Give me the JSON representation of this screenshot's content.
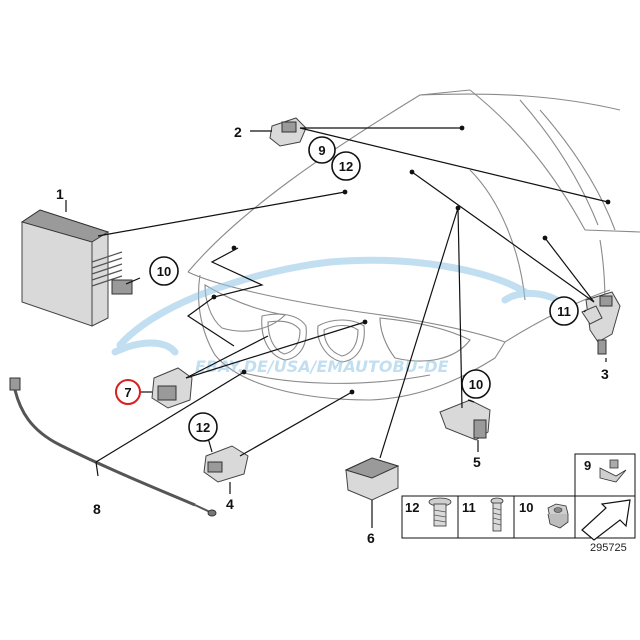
{
  "diagram": {
    "reference_number": "295725",
    "watermark_text": "EBAY.DE/USA/EMAUTOBU-DE",
    "highlight_color": "#d62020",
    "callout_labels": {
      "part1": "1",
      "part2": "2",
      "part3": "3",
      "part4": "4",
      "part5": "5",
      "part6": "6",
      "part7": "7",
      "part8": "8",
      "circle9_top": "9",
      "circle12_top": "12",
      "circle10_module": "10",
      "circle11_right": "11",
      "circle10_sensor5": "10",
      "circle12_sensor4": "12"
    },
    "legend": {
      "item9": "9",
      "item12": "12",
      "item11": "11",
      "item10": "10"
    }
  }
}
